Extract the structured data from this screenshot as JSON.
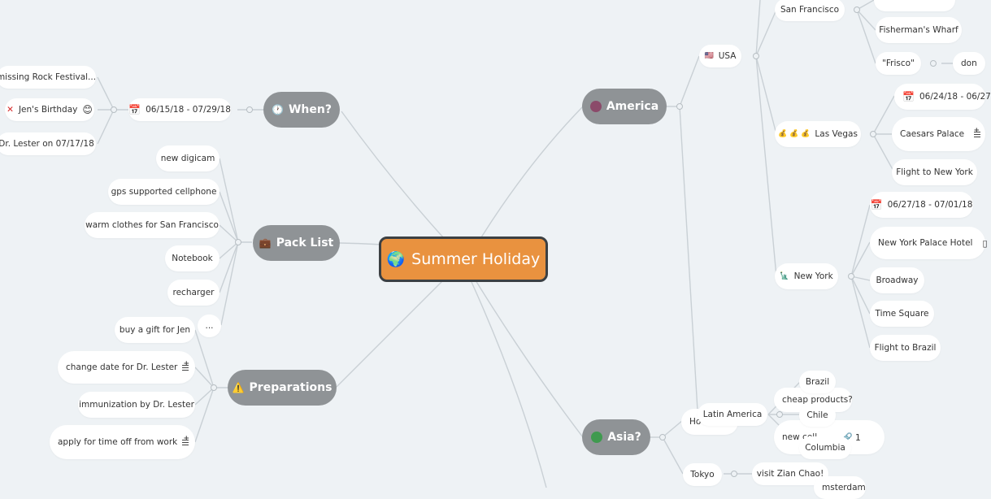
{
  "root": {
    "label": "Summer Holiday",
    "icon": "🌍"
  },
  "when": {
    "label": "When?",
    "icon": "🕐",
    "date_range": "06/15/18 - 07/29/18",
    "items": [
      "missing Rock Festival...",
      "Jen's Birthday",
      "Dr. Lester on 07/17/18"
    ]
  },
  "pack": {
    "label": "Pack List",
    "icon": "💼",
    "items": [
      "new digicam",
      "gps supported cellphone",
      "warm clothes for San Francisco",
      "Notebook",
      "recharger",
      "..."
    ]
  },
  "prep": {
    "label": "Preparations",
    "icon": "⚠️",
    "items": [
      "buy a gift for Jen",
      "change date for Dr. Lester",
      "immunization by Dr. Lester",
      "apply for time off from work"
    ]
  },
  "america": {
    "label": "America",
    "dot_color": "#8b4a6a",
    "usa": "USA",
    "sf": {
      "label": "San Francisco",
      "items": [
        "Fisherman's Wharf",
        "\"Frisco\"",
        "don"
      ]
    },
    "vegas": {
      "label": "Las Vegas",
      "icon": "💰 💰 💰",
      "items": [
        "06/24/18 - 06/27",
        "Caesars Palace",
        "Flight to New York"
      ]
    },
    "ny": {
      "label": "New York",
      "items": [
        "06/27/18 - 07/01/18",
        "New York Palace Hotel",
        "Broadway",
        "Time Square",
        "Flight to Brazil"
      ]
    },
    "latin": {
      "label": "Latin America",
      "items": [
        "Brazil",
        "Chile",
        "Columbia"
      ]
    }
  },
  "asia": {
    "label": "Asia?",
    "dot_color": "#3f9a4f",
    "ho": "Ho",
    "overlay": [
      "cheap products?",
      "new cell..."
    ],
    "link_count": "1",
    "tokyo": "Tokyo",
    "visit": "visit Zian Chao!",
    "amsterdam": "msterdam"
  },
  "colors": {
    "root_fill": "#e9923f",
    "main_fill": "#8f9396",
    "edge": "#c9d0d5",
    "bg": "#eef2f5"
  }
}
